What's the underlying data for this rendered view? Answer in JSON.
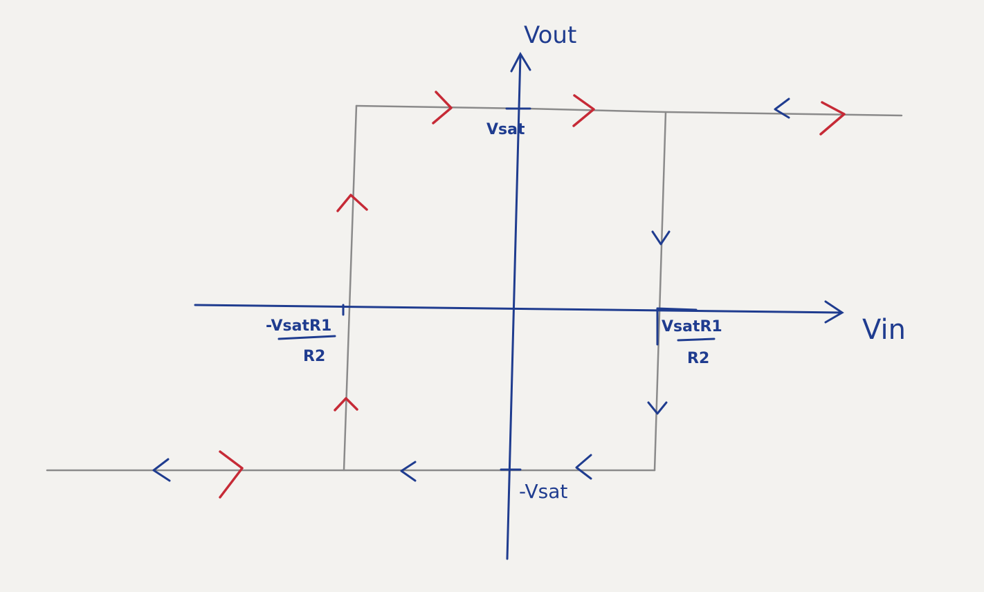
{
  "axes": {
    "y_label": "Vout",
    "x_label": "Vin"
  },
  "labels": {
    "vsat": "Vsat",
    "neg_vsat": "-Vsat",
    "neg_threshold_num": "-VsatR1",
    "neg_threshold_den": "R2",
    "pos_threshold_num": "VsatR1",
    "pos_threshold_den": "R2"
  },
  "colors": {
    "axis": "#1f3c8f",
    "loop": "#8a8a8a",
    "increasing_arrow": "#c62a36",
    "decreasing_arrow": "#1f3c8f",
    "paper": "#f3f2ef"
  }
}
